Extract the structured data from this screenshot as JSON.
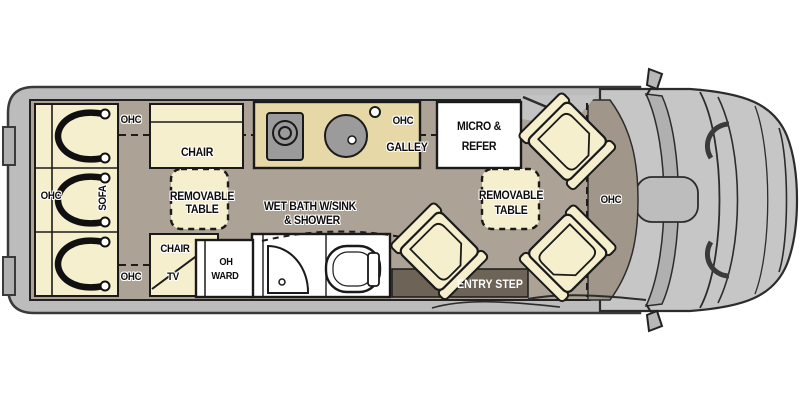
{
  "colors": {
    "floor": "#aca295",
    "cabfloor": "#a1968a",
    "furniture": "#f6efcd",
    "counter": "#e7d8a7",
    "body": "#bcbcbc",
    "cabbody": "#c6c6c6",
    "appliance": "#9b9b9b",
    "step": "#6e6357",
    "outline": "#1a1a1a",
    "white": "#ffffff"
  },
  "floorplan": {
    "rear_sofa": {
      "label": "SOFA",
      "ohc_top": "OHC",
      "ohc_left": "OHC",
      "ohc_bottom": "OHC"
    },
    "lounge": {
      "chair": "CHAIR",
      "removable_table_line1": "REMOVABLE",
      "removable_table_line2": "TABLE"
    },
    "galley": {
      "ohc": "OHC",
      "label": "GALLEY",
      "micro_line1": "MICRO &",
      "micro_line2": "REFER"
    },
    "bath": {
      "line1": "WET BATH W/SINK",
      "line2": "& SHOWER"
    },
    "mid": {
      "chair": "CHAIR",
      "tv": "TV",
      "ward_line1": "OH",
      "ward_line2": "WARD"
    },
    "entry": {
      "step": "ENTRY STEP"
    },
    "cab": {
      "ohc": "OHC"
    }
  }
}
